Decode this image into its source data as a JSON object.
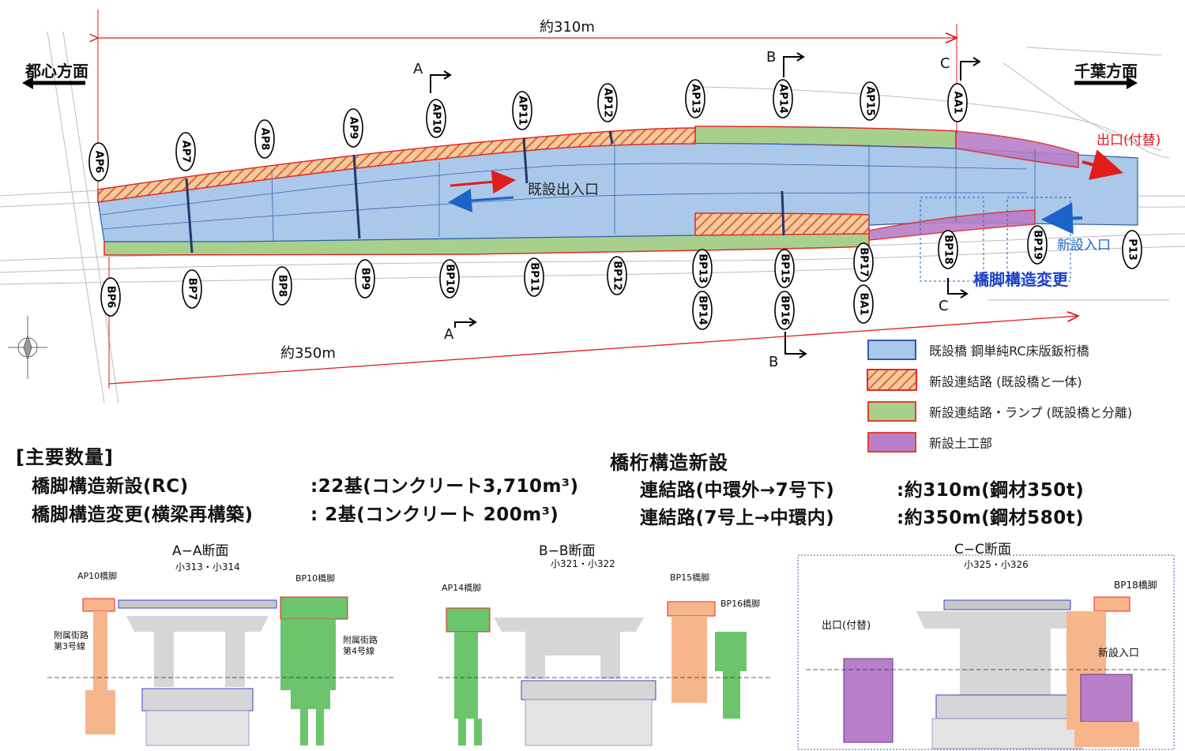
{
  "plan": {
    "dim_top": "約310m",
    "dim_bottom": "約350m",
    "dir_left": "都心方面",
    "dir_right": "千葉方面",
    "exit_label": "出口(付替)",
    "entry_label": "新設入口",
    "existing_ramp_label": "既設出入口",
    "pier_change_label": "橋脚構造変更",
    "section_marks": [
      "A",
      "B",
      "C"
    ],
    "piers_top": [
      "AP6",
      "AP7",
      "AP8",
      "AP9",
      "AP10",
      "AP11",
      "AP12",
      "AP13",
      "AP14",
      "AP15",
      "AA1"
    ],
    "piers_bottom": [
      "BP6",
      "BP7",
      "BP8",
      "BP9",
      "BP10",
      "BP11",
      "BP12",
      "BP13",
      "BP14",
      "BP15",
      "BP16",
      "BP17",
      "BA1",
      "BP18",
      "BP19",
      "P13"
    ]
  },
  "legend": [
    {
      "label": "既設橋 鋼単純RC床版鈑桁橋",
      "color": "#a9c8ea"
    },
    {
      "label": "新設連結路 (既設橋と一体)",
      "color": "#e9a05a"
    },
    {
      "label": "新設連結路・ランプ (既設橋と分離)",
      "color": "#a8d08d"
    },
    {
      "label": "新設土工部",
      "color": "#b77fc8"
    }
  ],
  "quantities": {
    "heading": "[主要数量]",
    "row1_label": "橋脚構造新設(RC)",
    "row1_value": ":22基(コンクリート3,710m³)",
    "row2_label": "橋脚構造変更(横梁再構築)",
    "row2_value": ": 2基(コンクリート 200m³)"
  },
  "girders": {
    "heading": "橋桁構造新設",
    "row1_label": "連結路(中環外→7号下)",
    "row1_value": ":約310m(鋼材350t)",
    "row2_label": "連結路(7号上→中環内)",
    "row2_value": ":約350m(鋼材580t)"
  },
  "sections": [
    {
      "title": "A−A断面",
      "sub": "小313・小314",
      "labels": [
        "AP10橋脚",
        "BP10橋脚",
        "附属街路",
        "第3号線",
        "附属街路",
        "第4号線"
      ]
    },
    {
      "title": "B−B断面",
      "sub": "小321・小322",
      "labels": [
        "AP14橋脚",
        "BP15橋脚",
        "BP16橋脚"
      ]
    },
    {
      "title": "C−C断面",
      "sub": "小325・小326",
      "labels": [
        "BP18橋脚",
        "出口(付替)",
        "新設入口"
      ]
    }
  ]
}
